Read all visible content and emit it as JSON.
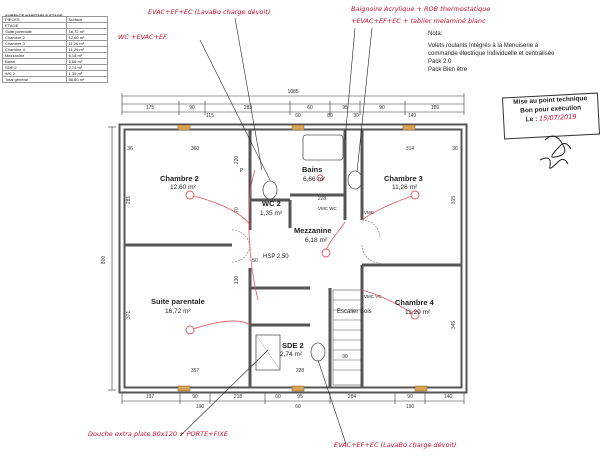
{
  "surface_table": {
    "title": "SURFACE HABITABLE ETAGE",
    "header": [
      "PIECES",
      "Surface"
    ],
    "rows": [
      [
        "ETAGE",
        ""
      ],
      [
        "Suite parentale",
        "16,72 m²"
      ],
      [
        "Chambre 2",
        "12,60 m²"
      ],
      [
        "Chambre 3",
        "11,26 m²"
      ],
      [
        "Chambre 4",
        "11,29 m²"
      ],
      [
        "Mezzanine",
        "6,18 m²"
      ],
      [
        "Bains",
        "6,66 m²"
      ],
      [
        "SDE 2",
        "2,74 m²"
      ],
      [
        "WC 2",
        "1,35 m²"
      ],
      [
        "Total général",
        "68,80 m²"
      ]
    ]
  },
  "annotations": {
    "top_left_a": "EVAC+EF+EC (LavaBo charge dévoit)",
    "top_left_b": "WC +EVAC+EF.",
    "top_right_1": "Baignoire Acrylique + ROB thermostatique",
    "top_right_2": "+EVAC+EF+EC + tablier melaminé blanc",
    "bottom_left": "Douche extra plate 80x120 + PORTE+FIXE",
    "bottom_right": "EVAC+EF+EC (LavaBo charge dévoit)"
  },
  "notes": {
    "label": "Nota:",
    "lines": [
      "Volets roulants Intégrés à la Menuiserie à",
      "commande électrique Individuelle et centralisée",
      "Pack 2.0",
      "Pack Bien être"
    ]
  },
  "stamp": {
    "line1": "Mise au point technique",
    "line2": "Bon pour exécution",
    "date_label": "Le :",
    "date_value": "15/07/2019"
  },
  "rooms": [
    {
      "name": "Chambre 2",
      "area": "12,60 m²"
    },
    {
      "name": "Bains",
      "area": "6,66 m²"
    },
    {
      "name": "WC 2",
      "area": "1,35 m²"
    },
    {
      "name": "Chambre 3",
      "area": "11,26 m²"
    },
    {
      "name": "Mezzanine",
      "area": "6,18 m²"
    },
    {
      "name": "Suite parentale",
      "area": "16,72 m²"
    },
    {
      "name": "Chambre 4",
      "area": "11,29 m²"
    },
    {
      "name": "SDE 2",
      "area": "2,74 m²"
    }
  ],
  "labels": {
    "hsp": "HSP 2.50",
    "escalier": "Escalier Bois",
    "vmc": "VMC",
    "vmc_vc": "VMC VC",
    "vmc_wc": "VMC WC",
    "cupboard": "P"
  },
  "dimensions": {
    "overall_width": "1085",
    "overall_height": "800",
    "top_row1": [
      "175",
      "90",
      "283",
      "60",
      "95",
      "90",
      "189"
    ],
    "top_row2": [
      "115",
      "60",
      "80",
      "30",
      "149"
    ],
    "bottom_row1": [
      "197",
      "90",
      "218",
      "60",
      "95",
      "284",
      "90",
      "146"
    ],
    "bottom_row2": [
      "190",
      "60",
      "190"
    ],
    "inner": [
      "360",
      "314",
      "228",
      "220",
      "281",
      "315",
      "371",
      "345",
      "357",
      "90",
      "228",
      "130",
      "70",
      "50",
      "36",
      "36"
    ]
  },
  "colors": {
    "handwriting": "#c8102e",
    "wall": "#555555",
    "dim": "#333333",
    "wire": "#e0585f"
  }
}
